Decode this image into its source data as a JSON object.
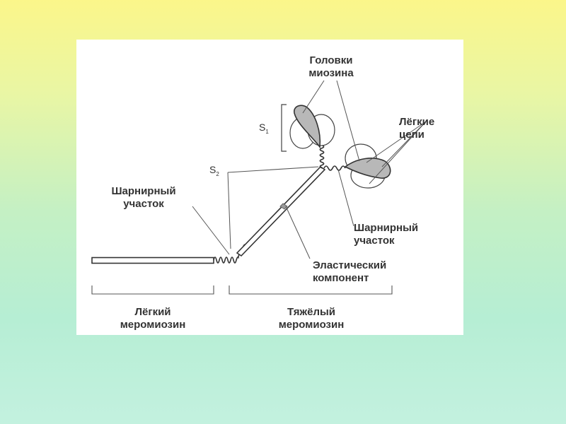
{
  "diagram": {
    "labels": {
      "heads": "Головки\nмиозина",
      "light_chains": "Лёгкие\nцепи",
      "s1": "S",
      "s1_sub": "1",
      "s2": "S",
      "s2_sub": "2",
      "hinge_left": "Шарнирный\nучасток",
      "hinge_right": "Шарнирный\nучасток",
      "elastic": "Эластический\nкомпонент",
      "light_meromyosin": "Лёгкий\nмеромиозин",
      "heavy_meromyosin": "Тяжёлый\nмеромиозин"
    }
  }
}
